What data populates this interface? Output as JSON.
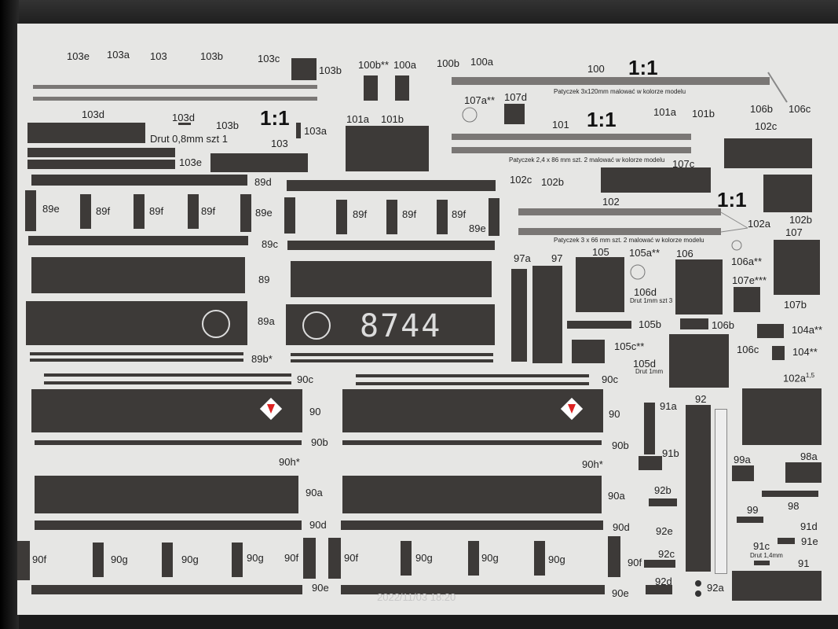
{
  "labels": {
    "l103e": "103e",
    "l103a": "103a",
    "l103": "103",
    "l103b": "103b",
    "l103c": "103c",
    "l103b2": "103b",
    "l103d": "103d",
    "l103d2": "103d",
    "l103b3": "103b",
    "l103a2": "103a",
    "l103_2": "103",
    "l103e2": "103e",
    "l100bss": "100b**",
    "l100a": "100a",
    "l100b": "100b",
    "l100a2": "100a",
    "l100": "100",
    "l106b": "106b",
    "l106c": "106c",
    "l107ass": "107a**",
    "l107d": "107d",
    "l101a": "101a",
    "l101b": "101b",
    "l101": "101",
    "l101a2": "101a",
    "l101b2": "101b",
    "l102c": "102c",
    "l89d": "89d",
    "l89e": "89e",
    "l89f1": "89f",
    "l89f2": "89f",
    "l89f3": "89f",
    "l89e2": "89e",
    "l89f4": "89f",
    "l89f5": "89f",
    "l89f6": "89f",
    "l89e3": "89e",
    "l89c": "89c",
    "l89": "89",
    "l89a": "89a",
    "l89bs": "89b*",
    "l107c": "107c",
    "l102c2": "102c",
    "l102b": "102b",
    "l102": "102",
    "l102a": "102a",
    "l102b2": "102b",
    "l107": "107",
    "l97a": "97a",
    "l97": "97",
    "l105": "105",
    "l105ass": "105a**",
    "l106": "106",
    "l106ass": "106a**",
    "l106d": "106d",
    "l107esss": "107e***",
    "l105b": "105b",
    "l106b2": "106b",
    "l107b": "107b",
    "l104ass": "104a**",
    "l105css": "105c**",
    "l106c2": "106c",
    "l104ss": "104**",
    "l105d": "105d",
    "l90c": "90c",
    "l90c2": "90c",
    "l90": "90",
    "l90_2": "90",
    "l91a": "91a",
    "l92": "92",
    "l102a15": "102a",
    "l90b": "90b",
    "l90b2": "90b",
    "l91b": "91b",
    "l90hs": "90h*",
    "l90hs2": "90h*",
    "l99a": "99a",
    "l98a": "98a",
    "l90a": "90a",
    "l90a2": "90a",
    "l92b": "92b",
    "l98": "98",
    "l99": "99",
    "l90d": "90d",
    "l90d2": "90d",
    "l92e": "92e",
    "l91d": "91d",
    "l91e": "91e",
    "l90f": "90f",
    "l90g1": "90g",
    "l90g2": "90g",
    "l90g3": "90g",
    "l90f2": "90f",
    "l90g4": "90g",
    "l90g5": "90g",
    "l90g6": "90g",
    "l90f3": "90f",
    "l92c": "92c",
    "l91c": "91c",
    "l91": "91",
    "l90e": "90e",
    "l90e2": "90e",
    "l92d": "92d",
    "l92a": "92a"
  },
  "scales": {
    "s1": "1:1",
    "s2": "1:1",
    "s3": "1:1",
    "s4": "1:1"
  },
  "superscript": {
    "s102a": "1,5"
  },
  "notes": {
    "drut08": "Drut 0,8mm szt 1",
    "patyczek100": "Patyczek 3x120mm malować w kolorze modelu",
    "patyczek101": "Patyczek 2,4 x 86 mm szt. 2 malować w kolorze modelu",
    "patyczek102": "Patyczek 3 x 66 mm szt. 2 malować w kolorze modelu",
    "drut1mm3": "Drut 1mm szt 3",
    "drut1mm": "Drut 1mm",
    "drut14": "Drut 1,4mm"
  },
  "hull_number": "8744",
  "timestamp": "2022/11/03 18:20"
}
